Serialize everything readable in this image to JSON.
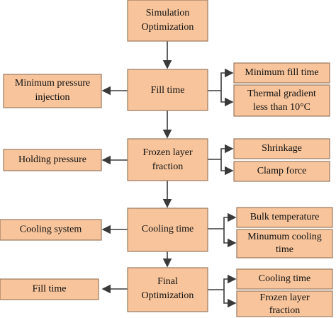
{
  "nodes": {
    "simulation_optimization": [
      "Simulation",
      "Optimization"
    ],
    "fill_time_center": [
      "Fill time"
    ],
    "minimum_pressure_injection": [
      "Minimum pressure",
      "injection"
    ],
    "minimum_fill_time": [
      "Minimum fill time"
    ],
    "thermal_gradient": [
      "Thermal gradient",
      "less than 10°C"
    ],
    "frozen_layer_fraction_center": [
      "Frozen layer",
      "fraction"
    ],
    "holding_pressure": [
      "Holding pressure"
    ],
    "shrinkage": [
      "Shrinkage"
    ],
    "clamp_force": [
      "Clamp force"
    ],
    "cooling_time_center": [
      "Cooling time"
    ],
    "cooling_system": [
      "Cooling system"
    ],
    "bulk_temperature": [
      "Bulk temperature"
    ],
    "minimum_cooling_time": [
      "Minumum cooling",
      "time"
    ],
    "final_optimization": [
      "Final",
      "Optimization"
    ],
    "fill_time_left": [
      "Fill time"
    ],
    "cooling_time_right": [
      "Cooling time"
    ],
    "frozen_layer_fraction_right": [
      "Frozen layer",
      "fraction"
    ]
  },
  "edges": [
    [
      "simulation_optimization",
      "fill_time_center"
    ],
    [
      "fill_time_center",
      "frozen_layer_fraction_center"
    ],
    [
      "frozen_layer_fraction_center",
      "cooling_time_center"
    ],
    [
      "cooling_time_center",
      "final_optimization"
    ],
    [
      "fill_time_center",
      "minimum_pressure_injection"
    ],
    [
      "frozen_layer_fraction_center",
      "holding_pressure"
    ],
    [
      "cooling_time_center",
      "cooling_system"
    ],
    [
      "final_optimization",
      "fill_time_left"
    ],
    [
      "fill_time_center",
      "minimum_fill_time"
    ],
    [
      "fill_time_center",
      "thermal_gradient"
    ],
    [
      "frozen_layer_fraction_center",
      "shrinkage"
    ],
    [
      "frozen_layer_fraction_center",
      "clamp_force"
    ],
    [
      "cooling_time_center",
      "bulk_temperature"
    ],
    [
      "cooling_time_center",
      "minimum_cooling_time"
    ],
    [
      "final_optimization",
      "cooling_time_right"
    ],
    [
      "final_optimization",
      "frozen_layer_fraction_right"
    ]
  ],
  "colors": {
    "box_fill": "#f7c49b",
    "box_border": "#9a7a5f",
    "arrow": "#3a3a3a"
  }
}
